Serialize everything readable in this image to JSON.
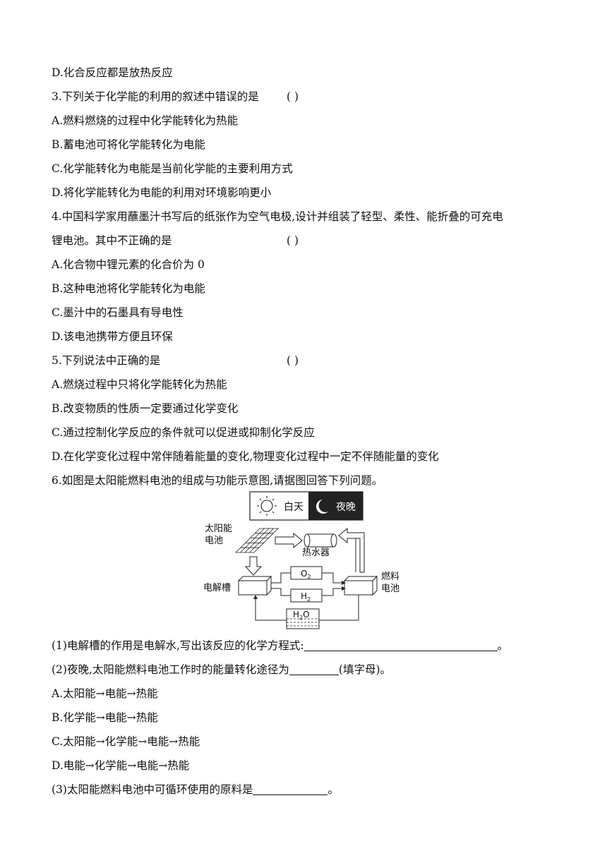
{
  "lines": {
    "q2d": "D.化合反应都是放热反应",
    "q3": "3.下列关于化学能的利用的叙述中错误的是",
    "q3a": "A.燃料燃烧的过程中化学能转化为热能",
    "q3b": "B.蓄电池可将化学能转化为电能",
    "q3c": "C.化学能转化为电能是当前化学能的主要利用方式",
    "q3d": "D.将化学能转化为电能的利用对环境影响更小",
    "q4a_line": "4.中国科学家用蘸墨汁书写后的纸张作为空气电极,设计并组装了轻型、柔性、能折叠的可充电",
    "q4b_line": "锂电池。其中不正确的是",
    "q4a": "A.化合物中锂元素的化合价为 0",
    "q4b": "B.这种电池将化学能转化为电能",
    "q4c": "C.墨汁中的石墨具有导电性",
    "q4d": "D.该电池携带方便且环保",
    "q5": "5.下列说法中正确的是",
    "q5a": "A.燃烧过程中只将化学能转化为热能",
    "q5b": "B.改变物质的性质一定要通过化学变化",
    "q5c": "C.通过控制化学反应的条件就可以促进或抑制化学反应",
    "q5d": "D.在化学变化过程中常伴随着能量的变化,物理变化过程中一定不伴随能量的变化",
    "q6": "6.如图是太阳能燃料电池的组成与功能示意图,请据图回答下列问题。",
    "q6_1": "(1)电解槽的作用是电解水,写出该反应的化学方程式:",
    "q6_1_end": "。",
    "q6_2": "(2)夜晚,太阳能燃料电池工作时的能量转化途径为",
    "q6_2_end": "(填字母)。",
    "q6a": "A.太阳能→电能→热能",
    "q6b": "B.化学能→电能→热能",
    "q6c": "C.太阳能→化学能→电能→热能",
    "q6d": "D.电能→化学能→电能→热能",
    "q6_3": "(3)太阳能燃料电池中可循环使用的原料是",
    "q6_3_end": "。"
  },
  "answer_paren": "(        )",
  "diagram": {
    "day": "白天",
    "night": "夜晚",
    "solar_cell_l1": "太阳能",
    "solar_cell_l2": "电池",
    "water_heater": "热水器",
    "electrolyzer": "电解槽",
    "fuel_cell_l1": "燃料",
    "fuel_cell_l2": "电池",
    "o2": "O",
    "o2_sub": "2",
    "h2": "H",
    "h2_sub": "2",
    "h2o_a": "H",
    "h2o_sub": "2",
    "h2o_b": "O"
  }
}
